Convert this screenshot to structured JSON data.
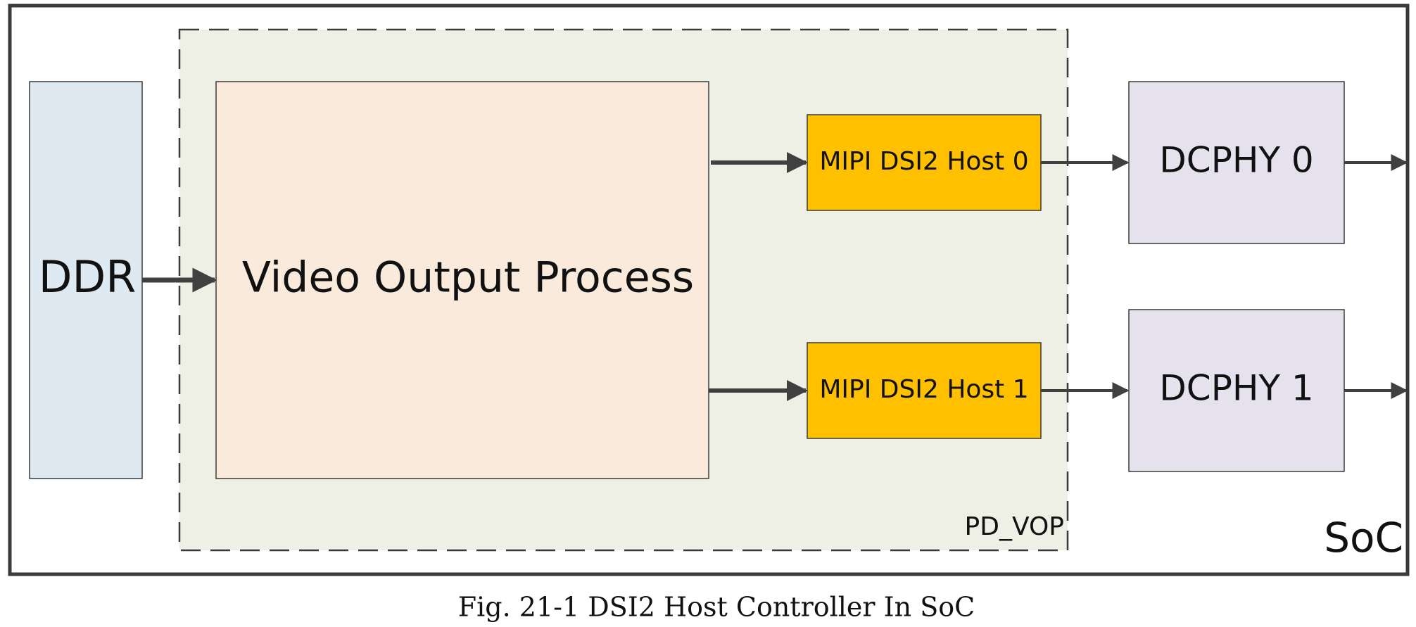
{
  "diagram": {
    "blocks": {
      "ddr": "DDR",
      "vop": "Video Output Process",
      "host0": "MIPI DSI2 Host 0",
      "host1": "MIPI DSI2 Host 1",
      "dcphy0": "DCPHY 0",
      "dcphy1": "DCPHY 1"
    },
    "regions": {
      "power_domain": "PD_VOP",
      "soc": "SoC"
    },
    "caption": "Fig. 21-1 DSI2 Host Controller In SoC",
    "colors": {
      "ddr_fill": "#dfe9f2",
      "vop_fill": "#f9eadc",
      "pd_fill": "#eef0e6",
      "host_fill": "#ffc000",
      "dcphy_fill": "#e5e2ee",
      "arrow": "#404040",
      "border": "#3a3a3a"
    }
  }
}
